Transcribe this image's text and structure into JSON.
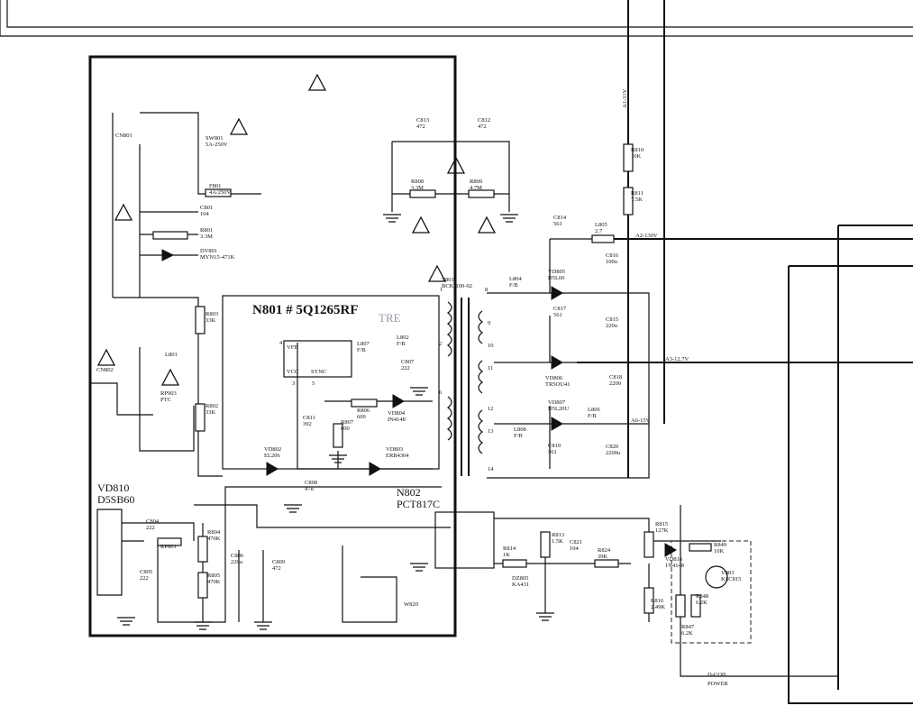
{
  "diagram": {
    "chip_title": "N801 # 5Q1265RF",
    "watermark": "TRE",
    "optocoupler": [
      "N802",
      "PCT817C"
    ],
    "bridge": [
      "VD810",
      "D5SB60"
    ],
    "chip_pins": [
      "VFB",
      "VCC",
      "SYNC"
    ],
    "bottom_labels": [
      "D-COIL",
      "POWER"
    ],
    "components": [
      {
        "id": "CN801",
        "value": ""
      },
      {
        "id": "SW801",
        "value": "5A-250V"
      },
      {
        "id": "F801",
        "value": "4A/250V"
      },
      {
        "id": "C801",
        "value": "104"
      },
      {
        "id": "R801",
        "value": "3.3M"
      },
      {
        "id": "DV801",
        "value": "MYN15-471K"
      },
      {
        "id": "L801",
        "value": ""
      },
      {
        "id": "R803",
        "value": "33K"
      },
      {
        "id": "R802",
        "value": "33K"
      },
      {
        "id": "CN802",
        "value": ""
      },
      {
        "id": "RP903",
        "value": "PTC"
      },
      {
        "id": "C813",
        "value": "472"
      },
      {
        "id": "C812",
        "value": "472"
      },
      {
        "id": "R808",
        "value": "3.3M"
      },
      {
        "id": "R809",
        "value": "4.7M"
      },
      {
        "id": "T801",
        "value": "BCK-100-02"
      },
      {
        "id": "L807",
        "value": "F/B"
      },
      {
        "id": "L802",
        "value": "F/B"
      },
      {
        "id": "C807",
        "value": "222"
      },
      {
        "id": "R806",
        "value": "600"
      },
      {
        "id": "VD804",
        "value": "IN4148"
      },
      {
        "id": "C811",
        "value": "392"
      },
      {
        "id": "R807",
        "value": "600"
      },
      {
        "id": "VD802",
        "value": "EL206"
      },
      {
        "id": "VD803",
        "value": "ERB4304"
      },
      {
        "id": "C808",
        "value": "47u"
      },
      {
        "id": "C804",
        "value": "222"
      },
      {
        "id": "RP801",
        "value": ""
      },
      {
        "id": "C805",
        "value": "222"
      },
      {
        "id": "R804",
        "value": "470K"
      },
      {
        "id": "R805",
        "value": "470K"
      },
      {
        "id": "C806",
        "value": "220u"
      },
      {
        "id": "C809",
        "value": "472"
      },
      {
        "id": "W820",
        "value": ""
      },
      {
        "id": "R810",
        "value": "10K"
      },
      {
        "id": "R811",
        "value": "7.5K"
      },
      {
        "id": "C814",
        "value": "561"
      },
      {
        "id": "L805",
        "value": "2.7"
      },
      {
        "id": "C816",
        "value": "100u"
      },
      {
        "id": "L804",
        "value": "F/B"
      },
      {
        "id": "VD805",
        "value": "D5L60"
      },
      {
        "id": "C817",
        "value": "561"
      },
      {
        "id": "C815",
        "value": "220u"
      },
      {
        "id": "VD806",
        "value": "TR5OU41"
      },
      {
        "id": "C818",
        "value": "2200"
      },
      {
        "id": "VD807",
        "value": "D5L20U"
      },
      {
        "id": "L806",
        "value": "F/B"
      },
      {
        "id": "L808",
        "value": "F/B"
      },
      {
        "id": "C819",
        "value": "561"
      },
      {
        "id": "C820",
        "value": "2200u"
      },
      {
        "id": "R813",
        "value": "1.5K"
      },
      {
        "id": "C821",
        "value": "104"
      },
      {
        "id": "R814",
        "value": "1K"
      },
      {
        "id": "R824",
        "value": "39K"
      },
      {
        "id": "DZ805",
        "value": "KA431"
      },
      {
        "id": "R815",
        "value": "127K"
      },
      {
        "id": "R816",
        "value": "2.49K"
      },
      {
        "id": "VD816",
        "value": "1N4148"
      },
      {
        "id": "R849",
        "value": "10K"
      },
      {
        "id": "V803",
        "value": "KSC815"
      },
      {
        "id": "R848",
        "value": "6.2K"
      },
      {
        "id": "R847",
        "value": "6.2K"
      }
    ],
    "rails": [
      "A1-31V",
      "A2-130V",
      "A3-12.7V",
      "A6-15V"
    ],
    "pins": [
      "1",
      "2",
      "3",
      "4",
      "5",
      "6",
      "8",
      "9",
      "10",
      "11",
      "12",
      "13",
      "14"
    ]
  }
}
